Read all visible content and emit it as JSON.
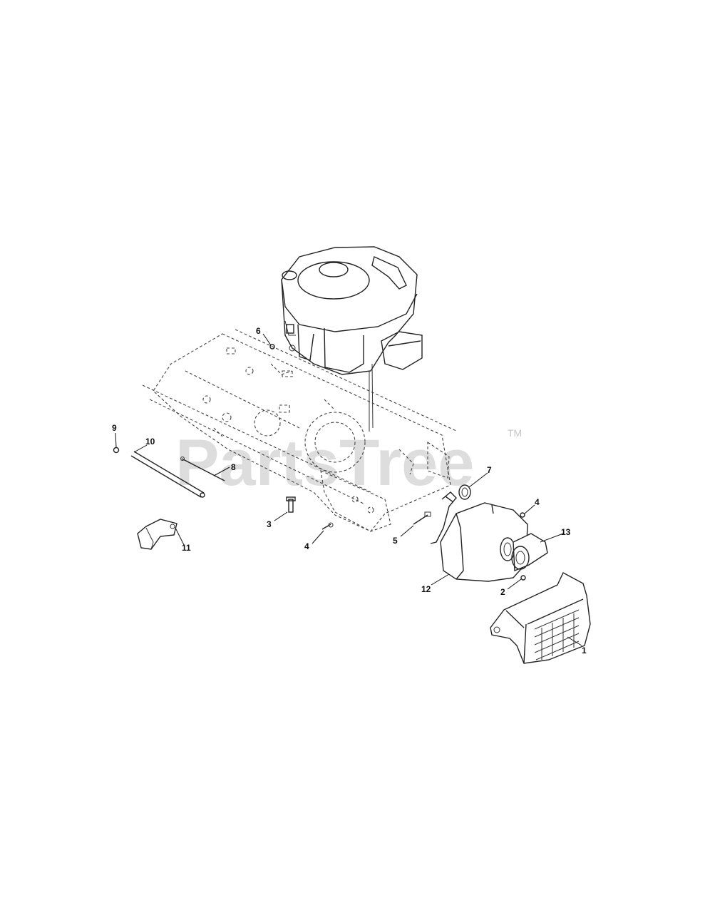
{
  "watermark": {
    "text": "PartsTree",
    "tm": "TM"
  },
  "callouts": [
    {
      "id": "1",
      "label": "1"
    },
    {
      "id": "2",
      "label": "2"
    },
    {
      "id": "3",
      "label": "3"
    },
    {
      "id": "4a",
      "label": "4"
    },
    {
      "id": "4b",
      "label": "4"
    },
    {
      "id": "5",
      "label": "5"
    },
    {
      "id": "6",
      "label": "6"
    },
    {
      "id": "7",
      "label": "7"
    },
    {
      "id": "8",
      "label": "8"
    },
    {
      "id": "9",
      "label": "9"
    },
    {
      "id": "10",
      "label": "10"
    },
    {
      "id": "11",
      "label": "11"
    },
    {
      "id": "12",
      "label": "12"
    },
    {
      "id": "13",
      "label": "13"
    }
  ]
}
